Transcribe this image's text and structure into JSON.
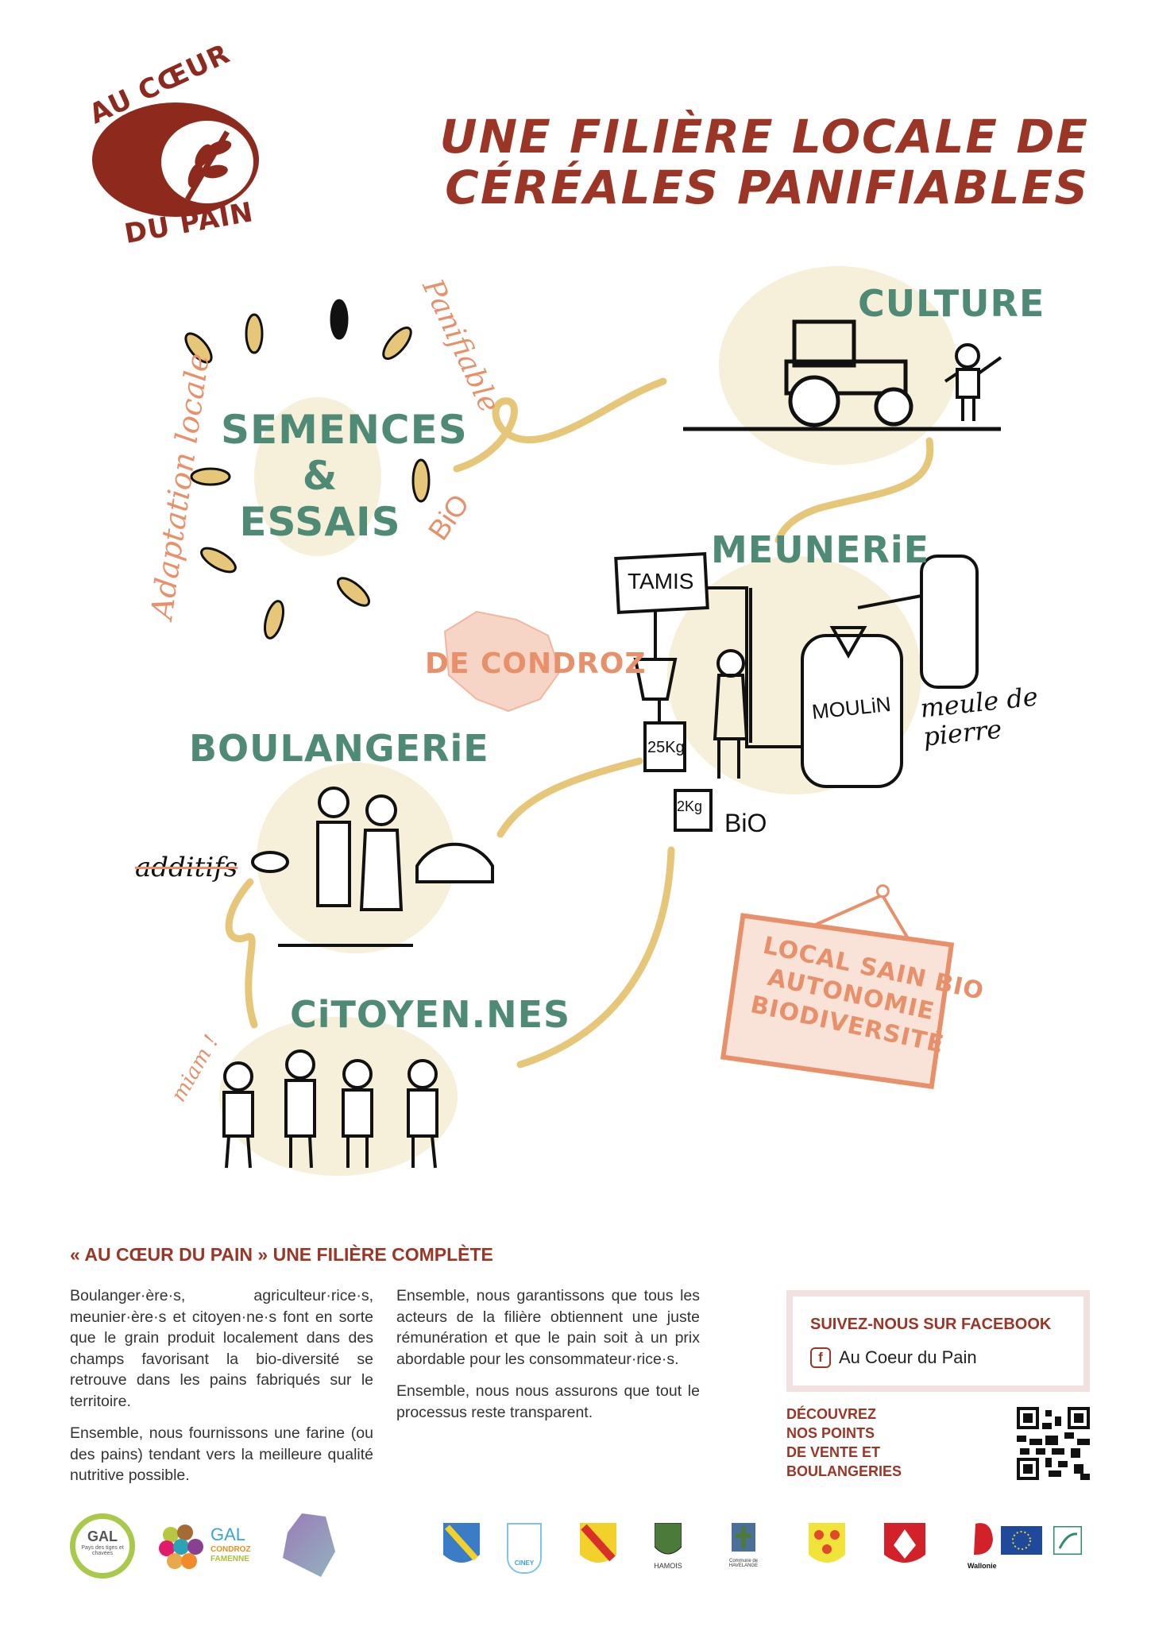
{
  "logo": {
    "top_text": "AU CŒUR",
    "bottom_text": "DU PAIN"
  },
  "title": {
    "line1": "UNE FILIÈRE LOCALE DE",
    "line2": "CÉRÉALES PANIFIABLES"
  },
  "illustration": {
    "semences": {
      "line1": "SEMENCES",
      "line2": "&",
      "line3": "ESSAIS"
    },
    "adaptation": "Adaptation locale",
    "panifiable": "Panifiable",
    "bio1": "BiO",
    "culture": "CULTURE",
    "meunerie": "MEUNERiE",
    "tamis": "TAMIS",
    "moulin": "MOULiN",
    "meule": "meule de pierre",
    "bag25": "25Kg",
    "bag2": "2Kg",
    "bio2": "BiO",
    "condroz": "DE CONDROZ",
    "boulangerie": "BOULANGERiE",
    "additifs": "additifs",
    "citoyens": "CiTOYEN.NES",
    "miam": "miam !",
    "sign": {
      "line1": "LOCAL SAIN BIO",
      "line2": "AUTONOMIE",
      "line3": "BIODIVERSITÉ"
    }
  },
  "text": {
    "heading": "« AU CŒUR DU PAIN » UNE FILIÈRE COMPLÈTE",
    "col1_p1": "Boulanger·ère·s, agriculteur·rice·s, meunier·ère·s et citoyen·ne·s font en sorte que le grain produit localement dans des champs favorisant la bio-diversité se retrouve dans les pains fabriqués sur le territoire.",
    "col1_p2": "Ensemble, nous fournissons une farine (ou des pains) tendant vers la meilleure qualité nutritive possible.",
    "col2_p1": "Ensemble, nous garantissons que tous les acteurs de la filière obtiennent une juste rémunération et que le pain soit à un prix abordable pour les consommateur·rice·s.",
    "col2_p2": "Ensemble, nous nous assurons que tout le processus reste transparent."
  },
  "facebook": {
    "title": "SUIVEZ-NOUS SUR FACEBOOK",
    "icon": "facebook-icon",
    "page": "Au Coeur du Pain"
  },
  "discover": {
    "line1": "DÉCOUVREZ",
    "line2": "NOS POINTS",
    "line3": "DE VENTE ET",
    "line4": "BOULANGERIES"
  },
  "partners": {
    "gal1": "GAL",
    "gal1_sub": "Pays des tiges et chavées",
    "gal2": "GAL",
    "gal2_sub1": "CONDROZ",
    "gal2_sub2": "FAMENNE",
    "ciney": "CINEY",
    "hamois": "HAMOIS",
    "havelange": "Commune de HAVELANGE",
    "wallonie": "Wallonie"
  },
  "colors": {
    "brand": "#9b3526",
    "teal": "#4e8a76",
    "orange": "#e8906a",
    "wheat": "#e6c77a",
    "beige": "#f6efd9"
  }
}
